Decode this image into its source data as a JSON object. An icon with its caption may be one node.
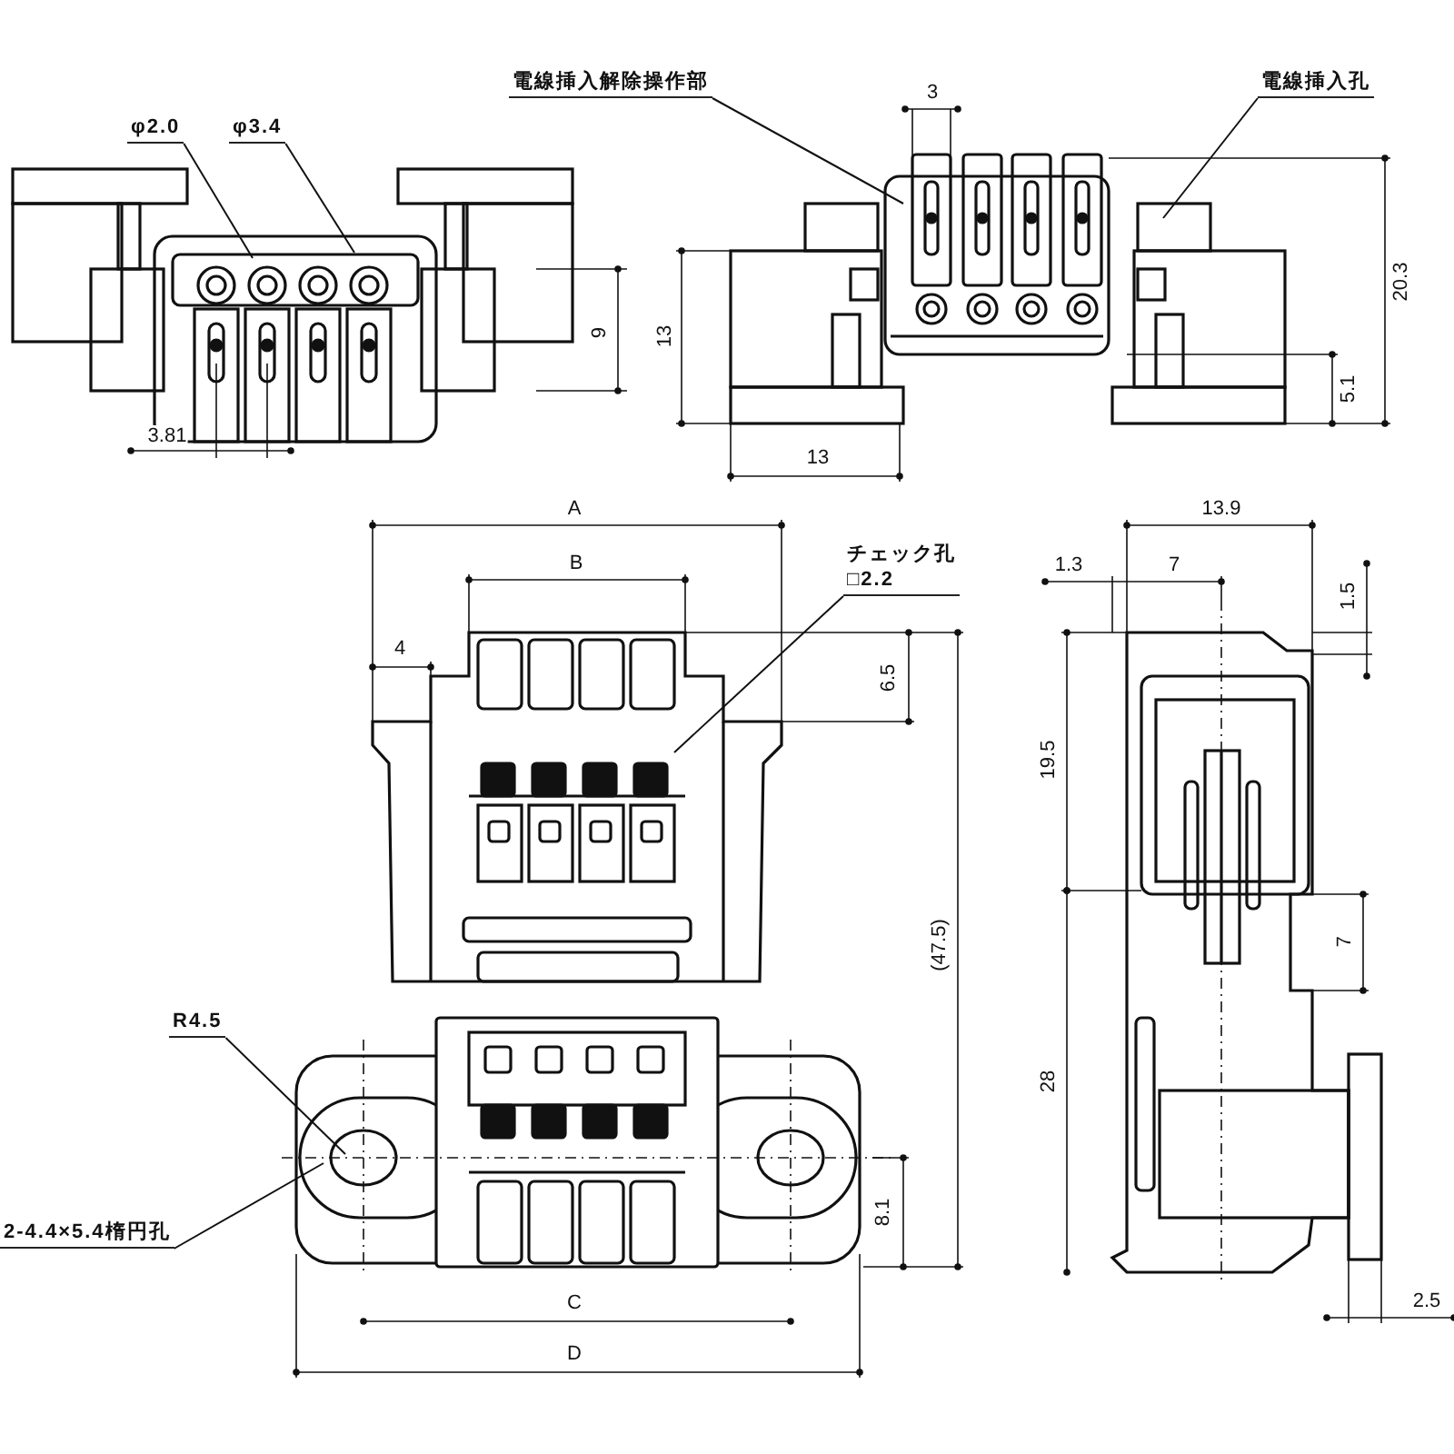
{
  "diagram": {
    "nodes": [
      {
        "text": [
          "φ2.0"
        ]
      },
      {
        "text": [
          "φ3.4"
        ]
      },
      {
        "text": [
          "電線挿入解除操作部"
        ]
      },
      {
        "text": [
          "電線挿入孔"
        ]
      },
      {
        "text": [
          "チェック孔",
          "□2.2"
        ]
      },
      {
        "text": [
          "R4.5"
        ]
      },
      {
        "text": [
          "2-4.4×5.4楕円孔"
        ]
      }
    ],
    "edges": [
      {
        "from": 0,
        "to": null,
        "arrow": "none"
      },
      {
        "from": 1,
        "to": null,
        "arrow": "none"
      },
      {
        "from": 2,
        "to": null,
        "arrow": "none"
      },
      {
        "from": 3,
        "to": null,
        "arrow": "none"
      },
      {
        "from": 4,
        "to": null,
        "arrow": "none"
      },
      {
        "from": 5,
        "to": null,
        "arrow": "none"
      },
      {
        "from": 6,
        "to": null,
        "arrow": "none"
      }
    ],
    "labels": [
      "9",
      "3.81",
      "3",
      "13",
      "20.3",
      "5.1",
      "13",
      "A",
      "B",
      "4",
      "6.5",
      "(47.5)",
      "8.1",
      "C",
      "D",
      "13.9",
      "1.3",
      "7",
      "1.5",
      "19.5",
      "7",
      "28",
      "2.5"
    ]
  }
}
